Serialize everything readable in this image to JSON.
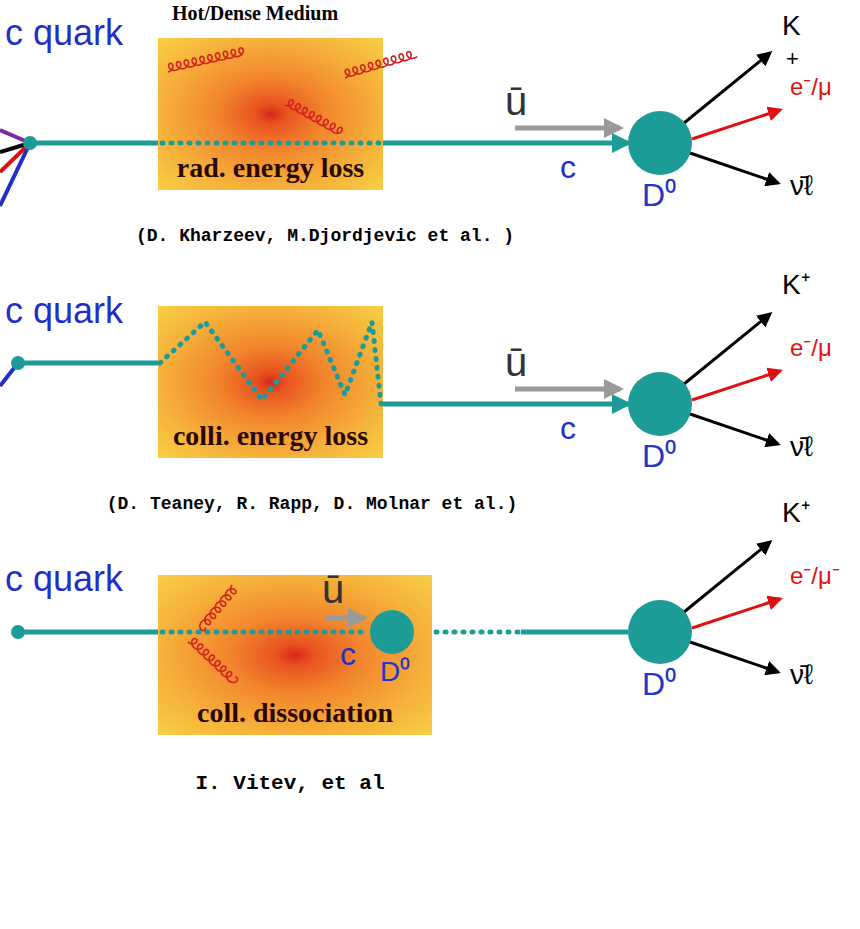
{
  "diagram": {
    "title": "Hot/Dense Medium",
    "nodes": [
      {
        "text": [
          "rad. energy loss"
        ]
      },
      {
        "text": [
          "D⁰"
        ]
      },
      {
        "text": [
          "colli. energy loss"
        ]
      },
      {
        "text": [
          "D⁰"
        ]
      },
      {
        "text": [
          "coll. dissociation"
        ]
      },
      {
        "text": [
          "D⁰"
        ],
        "in": 4
      },
      {
        "text": [
          "D⁰"
        ]
      }
    ],
    "edges": [
      {
        "from": 0,
        "to": 1,
        "arrow": "to",
        "label": "c"
      },
      {
        "from": 2,
        "to": 3,
        "arrow": "to",
        "label": "c"
      },
      {
        "from": 5,
        "to": 6,
        "arrow": "none"
      }
    ],
    "labels": [
      "c quark",
      "ū",
      "K",
      "+",
      "e⁻/μ",
      "ν̄ℓ",
      "(D. Kharzeev, M.Djordjevic et al. )",
      "c quark",
      "ū",
      "K⁺",
      "e⁻/μ",
      "ν̄ℓ",
      "(D. Teaney, R. Rapp, D. Molnar et al.)",
      "c quark",
      "ū",
      "c",
      "K⁺",
      "e⁻/μ⁻",
      "ν̄ℓ",
      "I. Vitev, et al"
    ]
  }
}
